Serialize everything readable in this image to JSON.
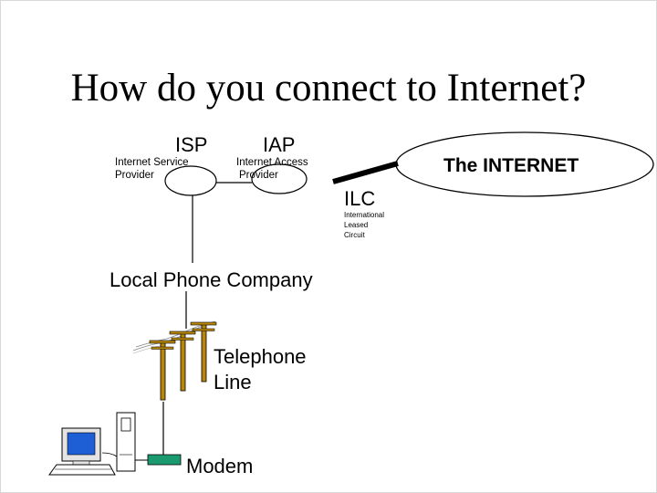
{
  "slide": {
    "title": "How do you connect to Internet?"
  },
  "diagram": {
    "isp": {
      "abbr": "ISP",
      "line1": "Internet Service",
      "line2": "Provider"
    },
    "iap": {
      "abbr": "IAP",
      "line1": "Internet Access",
      "line2": "Provider"
    },
    "internet": {
      "label": "The INTERNET"
    },
    "ilc": {
      "abbr": "ILC",
      "line1": "International",
      "line2": "Leased",
      "line3": "Circuit"
    },
    "phone_company": {
      "label": "Local Phone Company"
    },
    "telephone_line": {
      "line1": "Telephone",
      "line2": "Line"
    },
    "modem": {
      "label": "Modem"
    }
  },
  "colors": {
    "background": "#ffffff",
    "line": "#000000",
    "pole": "#b8860b",
    "monitor_screen": "#1f5fd6",
    "modem": "#1a9a6e"
  },
  "icons": [
    "telephone-pole-icon",
    "computer-icon",
    "modem-icon"
  ]
}
